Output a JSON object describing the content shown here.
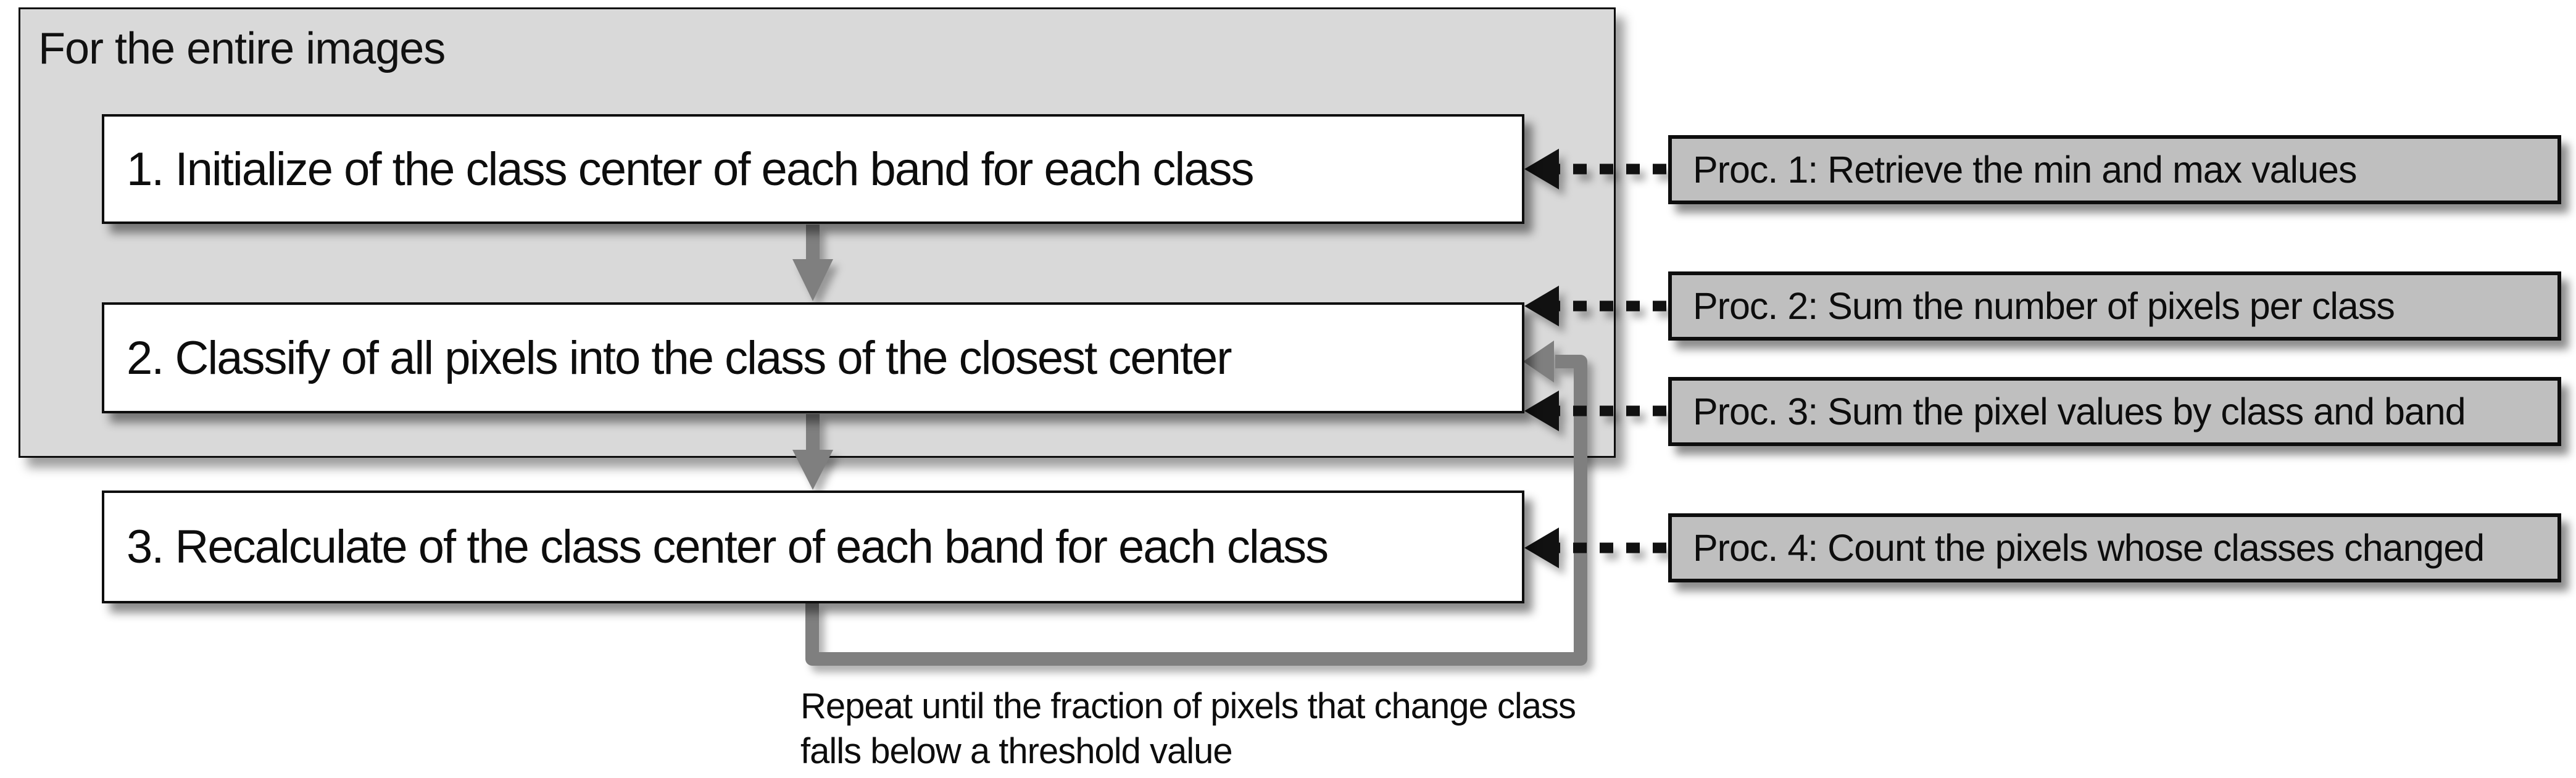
{
  "diagram": {
    "title": "For the entire images",
    "steps": [
      {
        "label": "1. Initialize of the class center of each band for each class"
      },
      {
        "label": "2. Classify of all pixels into the class of the closest center"
      },
      {
        "label": "3. Recalculate of the class center of each band for each class"
      }
    ],
    "procs": [
      {
        "label": "Proc. 1: Retrieve the min and max values"
      },
      {
        "label": "Proc. 2: Sum the number of pixels per class"
      },
      {
        "label": "Proc. 3: Sum the pixel values by class and band"
      },
      {
        "label": "Proc. 4: Count the pixels whose classes changed"
      }
    ],
    "loop_note": {
      "line1": "Repeat until the fraction of pixels that change class",
      "line2": "falls below a threshold value"
    },
    "colors": {
      "container_fill": "#d9d9d9",
      "step_box_fill": "#ffffff",
      "proc_box_fill": "#bfbfbf",
      "flow_arrow_gray": "#7f7f7f",
      "dotted_arrow_black": "#111111",
      "border_black": "#0d0d0d"
    }
  }
}
